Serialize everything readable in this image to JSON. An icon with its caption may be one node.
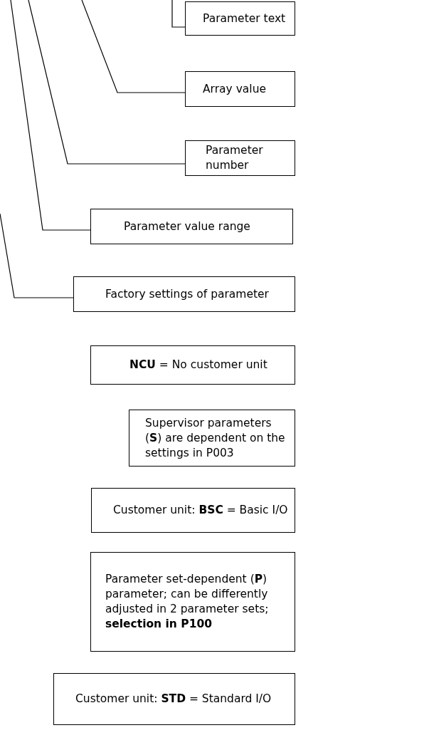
{
  "diagram": {
    "nodes": [
      {
        "text": [
          "Parameter text"
        ]
      },
      {
        "text": [
          "Array value"
        ]
      },
      {
        "text": [
          "Parameter number"
        ]
      },
      {
        "text": [
          "Parameter value range"
        ]
      },
      {
        "text": [
          "Factory settings of parameter"
        ]
      },
      {
        "text": [
          "**NCU** = No customer unit"
        ]
      },
      {
        "text": [
          "Supervisor parameters (**S**) are dependent on the settings in P003"
        ]
      },
      {
        "text": [
          "Customer unit: **BSC** = Basic I/O"
        ]
      },
      {
        "text": [
          "Parameter set-dependent (**P**) parameter; can be differently adjusted in 2 parameter sets; **selection in P100**"
        ]
      },
      {
        "text": [
          "Customer unit: **STD** = Standard I/O"
        ]
      }
    ],
    "edges": [
      {
        "from": 0,
        "to": null,
        "arrow": "none"
      },
      {
        "from": 1,
        "to": null,
        "arrow": "none"
      },
      {
        "from": 2,
        "to": null,
        "arrow": "none"
      },
      {
        "from": 3,
        "to": null,
        "arrow": "none"
      },
      {
        "from": 4,
        "to": null,
        "arrow": "none"
      }
    ]
  }
}
